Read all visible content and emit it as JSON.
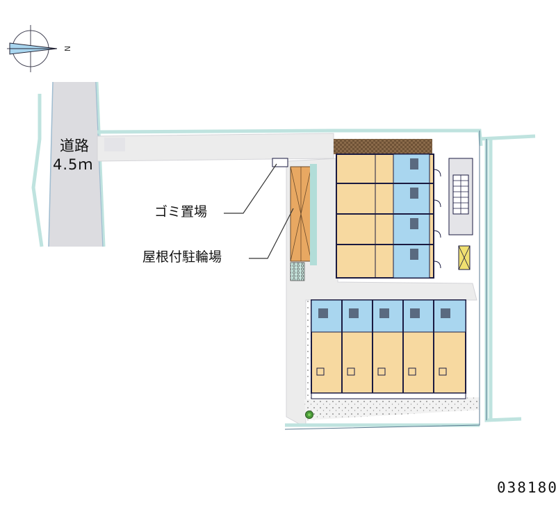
{
  "road": {
    "name": "道路",
    "width": "4.5ｍ"
  },
  "labels": {
    "garbage": "ゴミ置場",
    "covered_bicycle_parking": "屋根付駐輪場"
  },
  "compass": {
    "north_letter": "N"
  },
  "map_code": "038180",
  "colors": {
    "road": "#dcdce0",
    "outline": "#1a1a40",
    "paving": "#ececec",
    "room": "#f7d9a0",
    "wet_area": "#a9d6ef",
    "green_edge": "#b2ddd8",
    "parking_roof": "#e8a862",
    "brown_strip": "#8a6a4a"
  }
}
